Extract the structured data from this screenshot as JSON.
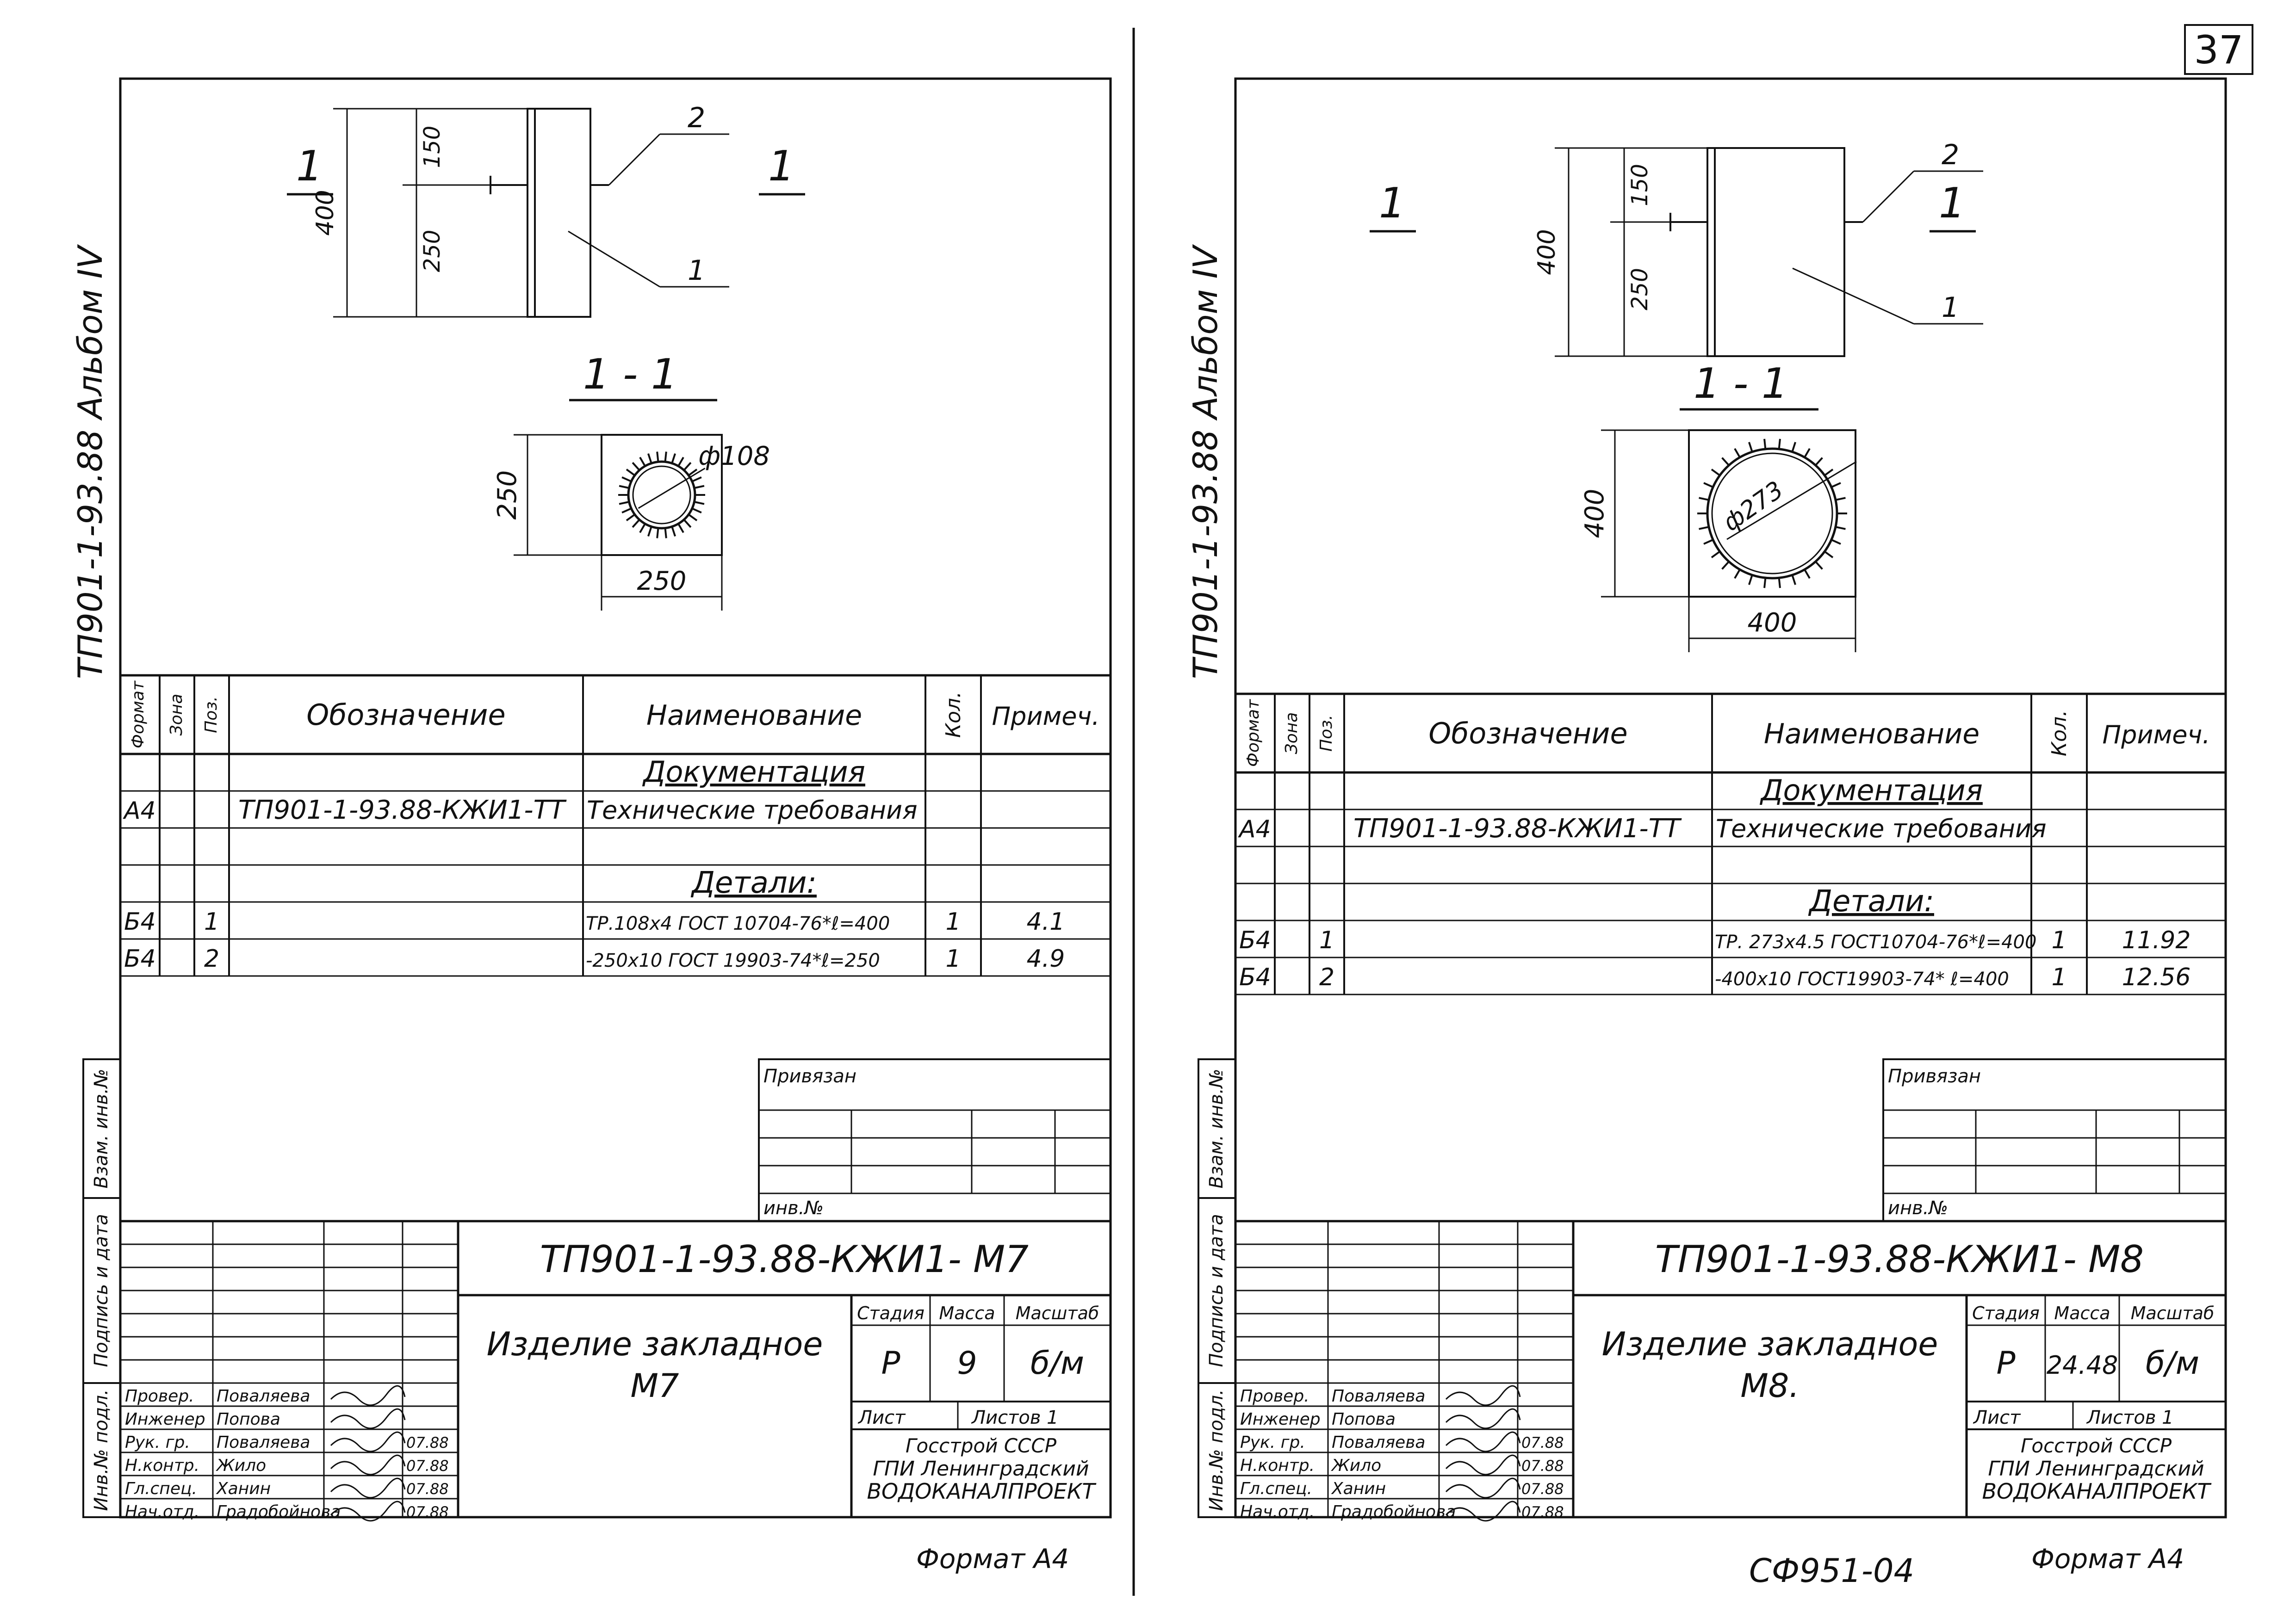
{
  "page_number": "37",
  "bottom_code": "СФ951-04",
  "sheets": [
    {
      "album": "ТП901-1-93.88 Альбом IV",
      "section_mark": "1",
      "section_label": "1 - 1",
      "dims": {
        "total": "400",
        "top": "150",
        "bottom": "250",
        "side": "250",
        "width": "250",
        "diameter": "ф108"
      },
      "leaders": {
        "pos1": "1",
        "pos2": "2"
      },
      "spec": {
        "headers": {
          "format": "Формат",
          "zone": "Зона",
          "pos": "Поз.",
          "designation": "Обозначение",
          "name": "Наименование",
          "qty": "Кол.",
          "note": "Примеч."
        },
        "section_docs": "Документация",
        "doc_row": {
          "format": "А4",
          "designation": "ТП901-1-93.88-КЖИ1-ТТ",
          "name": "Технические требования"
        },
        "section_parts": "Детали:",
        "rows": [
          {
            "format": "Б4",
            "pos": "1",
            "name": "ТР.108х4 ГОСТ 10704-76*ℓ=400",
            "qty": "1",
            "note": "4.1"
          },
          {
            "format": "Б4",
            "pos": "2",
            "name": "-250х10 ГОСТ 19903-74*ℓ=250",
            "qty": "1",
            "note": "4.9"
          }
        ]
      },
      "privyazan": "Привязан",
      "inv_no": "инв.№",
      "side_labels": [
        "Взам. инв.№",
        "Подпись и дата",
        "Инв.№ подл."
      ],
      "title_block": {
        "code": "ТП901-1-93.88-КЖИ1- М7",
        "item_line1": "Изделие закладное",
        "item_line2": "М7",
        "stage_h": "Стадия",
        "mass_h": "Масса",
        "scale_h": "Масштаб",
        "stage": "Р",
        "mass": "9",
        "scale": "б/м",
        "sheet_h": "Лист",
        "sheets_h": "Листов 1",
        "org1": "Госстрой СССР",
        "org2": "ГПИ Ленинградский",
        "org3": "ВОДОКАНАЛПРОЕКТ",
        "roles": [
          "Провер.",
          "Инженер",
          "Рук. гр.",
          "Н.контр.",
          "Гл.спец.",
          "Нач.отд."
        ],
        "names": [
          "Поваляева",
          "Попова",
          "Поваляева",
          "Жило",
          "Ханин",
          "Градобойнова"
        ],
        "dates": [
          "",
          "",
          "07.88",
          "07.88",
          "07.88",
          "07.88"
        ]
      },
      "format_label": "Формат А4"
    },
    {
      "album": "ТП901-1-93.88 Альбом IV",
      "section_mark": "1",
      "section_label": "1 - 1",
      "dims": {
        "total": "400",
        "top": "150",
        "bottom": "250",
        "side": "400",
        "width": "400",
        "diameter": "ф273"
      },
      "leaders": {
        "pos1": "1",
        "pos2": "2"
      },
      "spec": {
        "headers": {
          "format": "Формат",
          "zone": "Зона",
          "pos": "Поз.",
          "designation": "Обозначение",
          "name": "Наименование",
          "qty": "Кол.",
          "note": "Примеч."
        },
        "section_docs": "Документация",
        "doc_row": {
          "format": "А4",
          "designation": "ТП901-1-93.88-КЖИ1-ТТ",
          "name": "Технические требования"
        },
        "section_parts": "Детали:",
        "rows": [
          {
            "format": "Б4",
            "pos": "1",
            "name": "ТР. 273х4.5 ГОСТ10704-76*ℓ=400",
            "qty": "1",
            "note": "11.92"
          },
          {
            "format": "Б4",
            "pos": "2",
            "name": "-400х10 ГОСТ19903-74* ℓ=400",
            "qty": "1",
            "note": "12.56"
          }
        ]
      },
      "privyazan": "Привязан",
      "inv_no": "инв.№",
      "side_labels": [
        "Взам. инв.№",
        "Подпись и дата",
        "Инв.№ подл."
      ],
      "title_block": {
        "code": "ТП901-1-93.88-КЖИ1- М8",
        "item_line1": "Изделие закладное",
        "item_line2": "М8.",
        "stage_h": "Стадия",
        "mass_h": "Масса",
        "scale_h": "Масштаб",
        "stage": "Р",
        "mass": "24.48",
        "scale": "б/м",
        "sheet_h": "Лист",
        "sheets_h": "Листов 1",
        "org1": "Госстрой СССР",
        "org2": "ГПИ Ленинградский",
        "org3": "ВОДОКАНАЛПРОЕКТ",
        "roles": [
          "Провер.",
          "Инженер",
          "Рук. гр.",
          "Н.контр.",
          "Гл.спец.",
          "Нач.отд."
        ],
        "names": [
          "Поваляева",
          "Попова",
          "Поваляева",
          "Жило",
          "Ханин",
          "Градобойнова"
        ],
        "dates": [
          "",
          "",
          "07.88",
          "07.88",
          "07.88",
          "07.88"
        ]
      },
      "format_label": "Формат А4"
    }
  ]
}
